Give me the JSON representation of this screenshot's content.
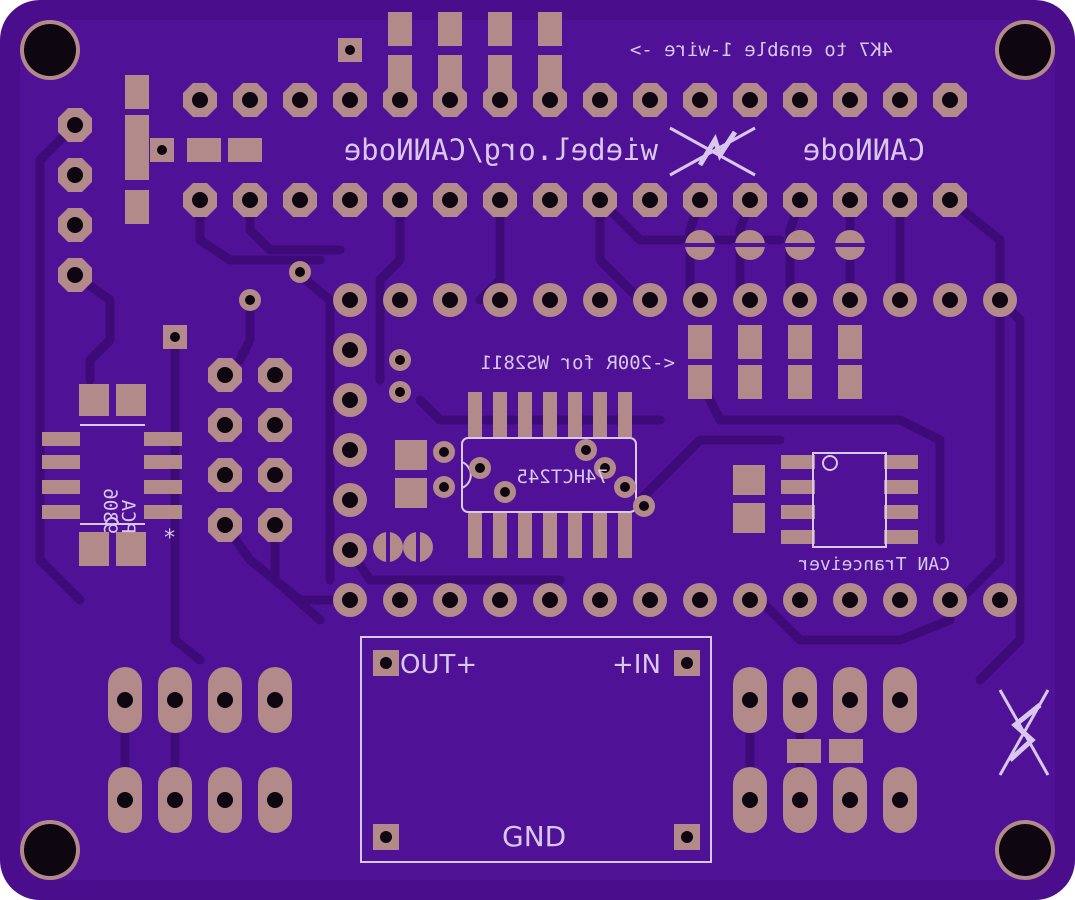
{
  "colors": {
    "board": "#4a0e8c",
    "copper": "#5a1aa6",
    "pad": "#b28a8a",
    "hole": "#1a0a1c",
    "silkscreen": "#d9c8ec"
  },
  "silkscreen": {
    "url_text": "wiebel.org/CANNode",
    "brand_text": "CANNode",
    "one_wire_note": "4K7 to enable 1-wire ->",
    "ws2811_note": "<-200R for WS2811",
    "ic1_label": "74HCT245",
    "ic2_label_line1": "PCA",
    "ic2_label_line2": "9306",
    "can_label": "CAN Tranceiver",
    "reg_out": "OUT+",
    "reg_in": "+IN",
    "reg_gnd": "GND",
    "asterisk": "*"
  }
}
